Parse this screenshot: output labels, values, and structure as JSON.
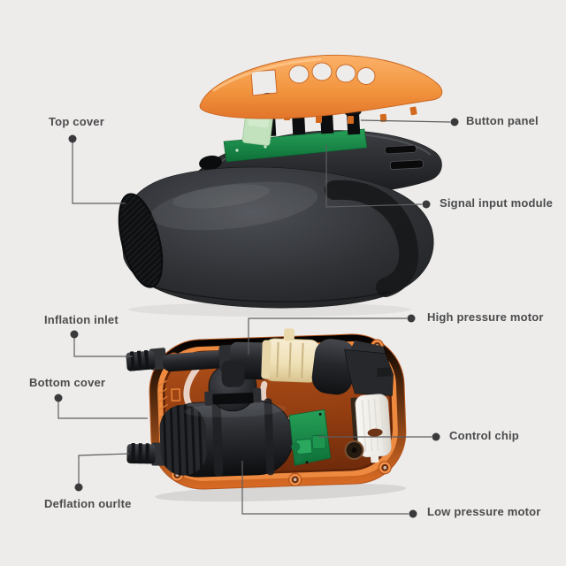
{
  "diagram": {
    "background_color": "#edecea",
    "colors": {
      "label_text": "#4b4b4d",
      "leader_line": "#5e5e60",
      "panel_orange": "#ef8b3a",
      "tray_orange": "#e07a2e",
      "tray_interior": "#96400f",
      "body_black": "#2b2d30",
      "pcb_green": "#1f8f4d",
      "pump_cream": "#eee1ba",
      "motor_white": "#f2f1ee"
    },
    "labels": {
      "top_cover": {
        "text": "Top cover"
      },
      "button_panel": {
        "text": "Button panel"
      },
      "signal_input_module": {
        "text": "Signal input module"
      },
      "inflation_inlet": {
        "text": "Inflation inlet"
      },
      "high_pressure_motor": {
        "text": "High pressure motor"
      },
      "bottom_cover": {
        "text": "Bottom cover"
      },
      "control_chip": {
        "text": "Control chip"
      },
      "deflation_outlet": {
        "text": "Deflation ourlte"
      },
      "low_pressure_motor": {
        "text": "Low pressure motor"
      }
    }
  }
}
